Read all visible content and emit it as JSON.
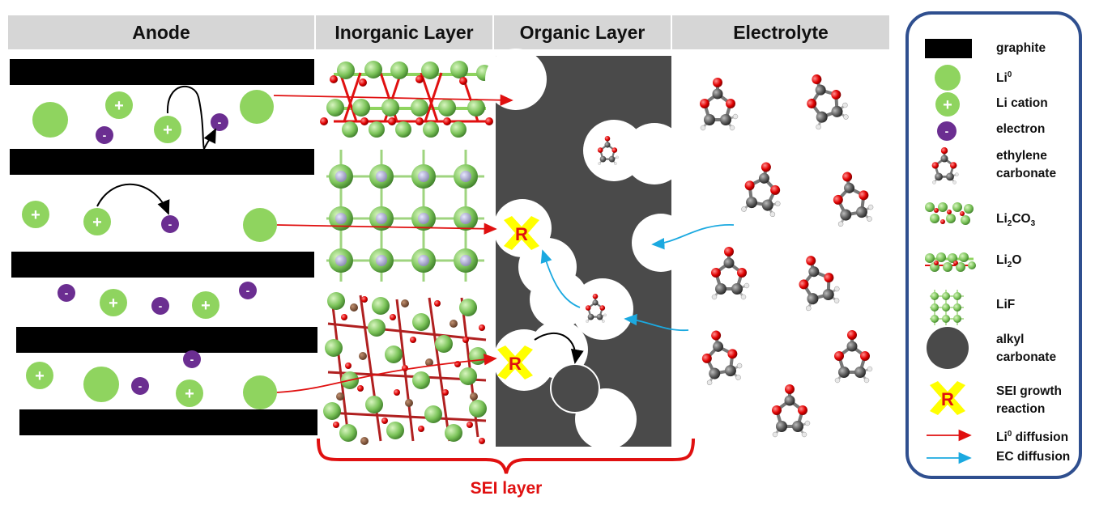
{
  "headers": {
    "anode": "Anode",
    "inorganic": "Inorganic Layer",
    "organic": "Organic Layer",
    "electrolyte": "Electrolyte"
  },
  "symbols": {
    "plus": "+",
    "minus": "-",
    "reaction": "R"
  },
  "brace_label": "SEI layer",
  "legend": {
    "graphite": "graphite",
    "li0": "Li",
    "li0_sup": "0",
    "li_cation": "Li cation",
    "electron": "electron",
    "ethylene": "ethylene",
    "carbonate": "carbonate",
    "li2co3_a": "Li",
    "li2co3_sub": "2",
    "li2co3_b": "CO",
    "li2co3_sub2": "3",
    "li2o_a": "Li",
    "li2o_sub": "2",
    "li2o_b": "O",
    "lif": "LiF",
    "alkyl": "alkyl",
    "alkyl2": "carbonate",
    "sei_growth": "SEI growth",
    "reaction": "reaction",
    "li_diff_a": "Li",
    "li_diff_sup": "0",
    "li_diff_b": " diffusion",
    "ec_diff": "EC diffusion"
  },
  "colors": {
    "header_bg": "#d6d6d6",
    "graphite": "#000000",
    "li_green": "#8fd45f",
    "electron_purple": "#6b2e91",
    "organic_bg": "#4a4a4a",
    "arrow_red": "#e01010",
    "arrow_blue": "#1ba9e0",
    "reaction_yellow": "#ffff00",
    "legend_border": "#2f4f8f"
  }
}
